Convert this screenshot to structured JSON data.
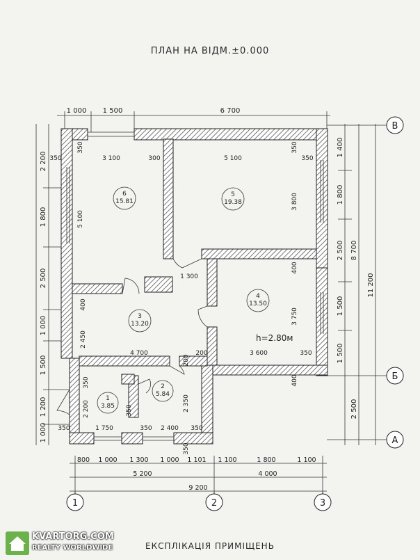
{
  "plan_title": "ПЛАН НА ВІДМ.±0.000",
  "footer_title": "ЕКСПЛІКАЦІЯ ПРИМІЩЕНЬ",
  "watermark": {
    "main": "KVARTORG.COM",
    "sub": "REALTY WORLDWIDE"
  },
  "colors": {
    "wall_hatch": "#555555",
    "line": "#222222",
    "brand_green": "#6bb24a"
  },
  "axes": {
    "vertical": [
      "1",
      "2",
      "3"
    ],
    "horizontal": [
      "В",
      "Б",
      "А"
    ]
  },
  "rooms": [
    {
      "num": "1",
      "area": "3.85"
    },
    {
      "num": "2",
      "area": "5.84"
    },
    {
      "num": "3",
      "area": "13.20"
    },
    {
      "num": "4",
      "area": "13.50"
    },
    {
      "num": "5",
      "area": "19.38"
    },
    {
      "num": "6",
      "area": "15.81"
    }
  ],
  "height_note": "h=2.80м",
  "dims_top": [
    "1 000",
    "1 500",
    "6 700"
  ],
  "dims_bottom_row1": [
    "800",
    "1 000",
    "1 300",
    "1 000",
    "1 101",
    "1 100",
    "1 800",
    "1 100"
  ],
  "dims_bottom_row2": [
    "5 200",
    "4 000"
  ],
  "dims_bottom_row3": [
    "9 200"
  ],
  "dims_left_outer": [
    "2 200",
    "1 800",
    "2 500",
    "1 000",
    "1 500",
    "1 200",
    "1 000"
  ],
  "dims_right_inner": [
    "1 400",
    "1 800",
    "2 500",
    "1 500",
    "1 500"
  ],
  "dims_right_mid": [
    "8 700",
    "2 500"
  ],
  "dims_right_outer": [
    "11 200"
  ],
  "dims_interior": [
    "350",
    "3 100",
    "300",
    "5 100",
    "350",
    "350",
    "350",
    "5 100",
    "3 800",
    "1 300",
    "400",
    "400",
    "2 450",
    "3 750",
    "4 700",
    "200",
    "3 600",
    "350",
    "200",
    "400",
    "350",
    "2 200",
    "2 350",
    "1 750",
    "350",
    "2 400",
    "350",
    "350",
    "350",
    "350"
  ]
}
